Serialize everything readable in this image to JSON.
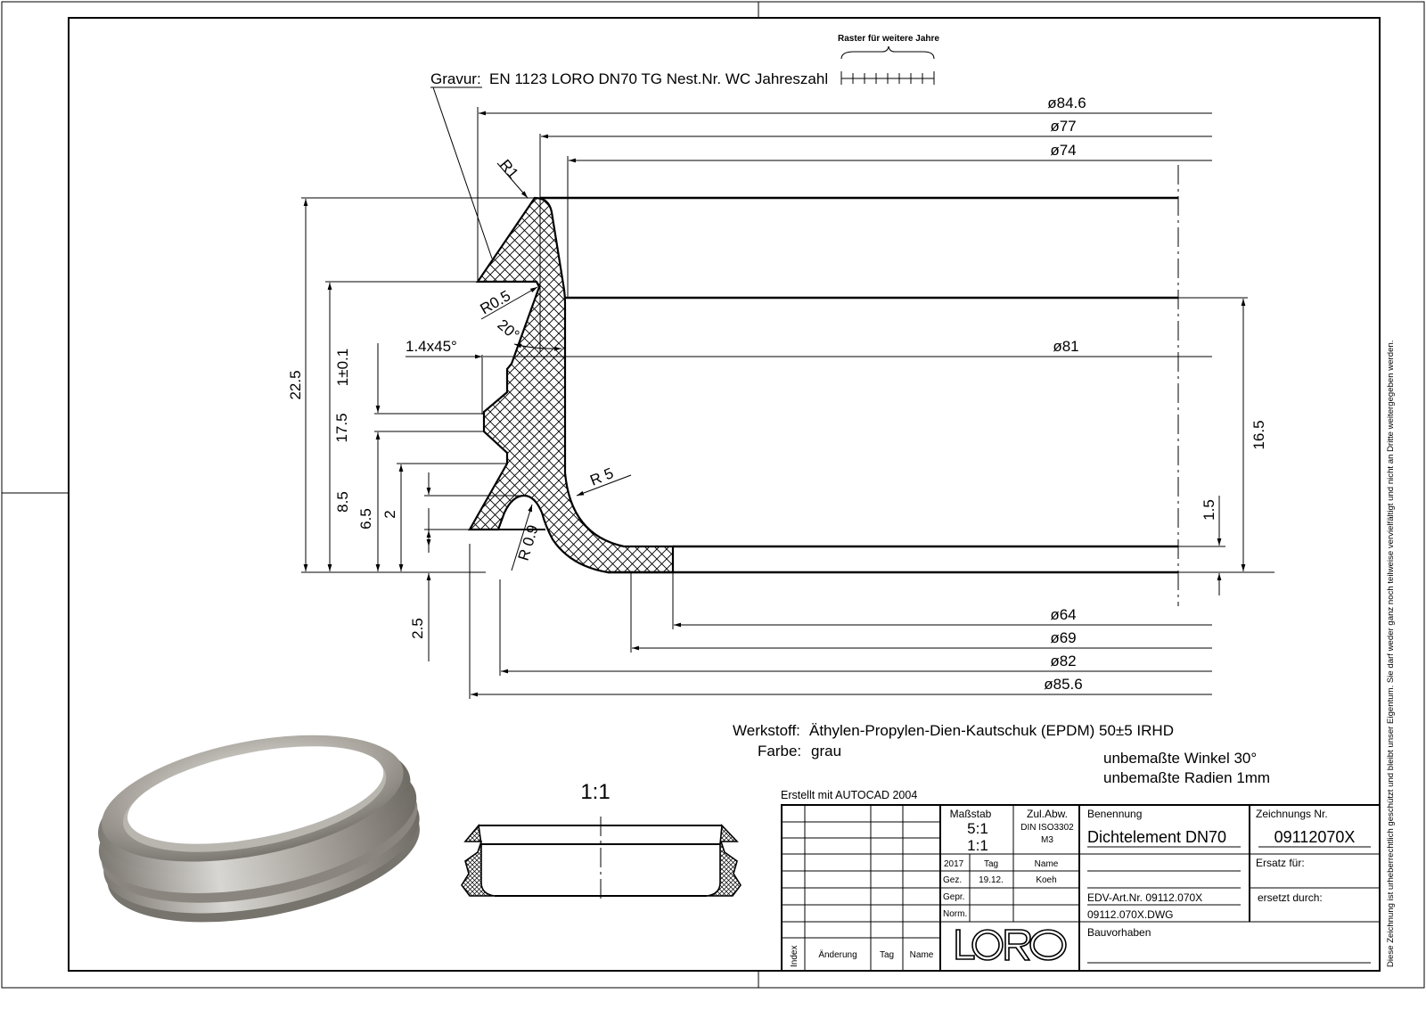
{
  "engraving": {
    "label": "Gravur:",
    "text": "EN 1123 LORO DN70 TG Nest.Nr. WC Jahreszahl",
    "grid_note": "Raster für weitere Jahre"
  },
  "dimensions": {
    "d84_6": "ø84.6",
    "d77": "ø77",
    "d74": "ø74",
    "d81": "ø81",
    "d64": "ø64",
    "d69": "ø69",
    "d82": "ø82",
    "d85_6": "ø85.6",
    "h22_5": "22.5",
    "h17_5": "17.5",
    "h1": "1±0.1",
    "h8_5": "8.5",
    "h6_5": "6.5",
    "h2": "2",
    "h2_5": "2.5",
    "h16_5": "16.5",
    "h1_5": "1.5",
    "r1": "R1",
    "r0_5": "R0.5",
    "angle20": "20°",
    "chamfer": "1.4x45°",
    "r5": "R 5",
    "r0_9": "R 0.9"
  },
  "notes": {
    "material_label": "Werkstoff:",
    "material": "Äthylen-Propylen-Dien-Kautschuk (EPDM) 50±5 IRHD",
    "color_label": "Farbe:",
    "color": "grau",
    "angles": "unbemaßte Winkel 30°",
    "radii": "unbemaßte Radien 1mm",
    "small_scale": "1:1",
    "created_with": "Erstellt mit AUTOCAD 2004"
  },
  "title_block": {
    "scale_label": "Maßstab",
    "scale_1": "5:1",
    "scale_2": "1:1",
    "tol_label": "Zul.Abw.",
    "tol_std": "DIN ISO3302",
    "tol_class": "M3",
    "name_label": "Benennung",
    "name": "Dichtelement DN70",
    "drawing_no_label": "Zeichnungs Nr.",
    "drawing_no": "09112070X",
    "year": "2017",
    "day_label": "Tag",
    "person_label": "Name",
    "drawn_label": "Gez.",
    "drawn_day": "19.12.",
    "drawn_name": "Koeh",
    "checked_label": "Gepr.",
    "norm_label": "Norm.",
    "edv": "EDV-Art.Nr. 09112.070X",
    "file": "09112.070X.DWG",
    "replaces_label": "Ersatz für:",
    "replaced_by_label": "ersetzt durch:",
    "project_label": "Bauvorhaben",
    "rev_index": "Index",
    "rev_change": "Änderung",
    "rev_day": "Tag",
    "rev_name": "Name",
    "logo": "LORO"
  },
  "copyright": "Diese Zeichnung ist urheberrechtlich geschützt und bleibt unser Eigentum. Sie darf weder ganz noch teilweise vervielfältigt und nicht an Dritte weitergegeben werden."
}
